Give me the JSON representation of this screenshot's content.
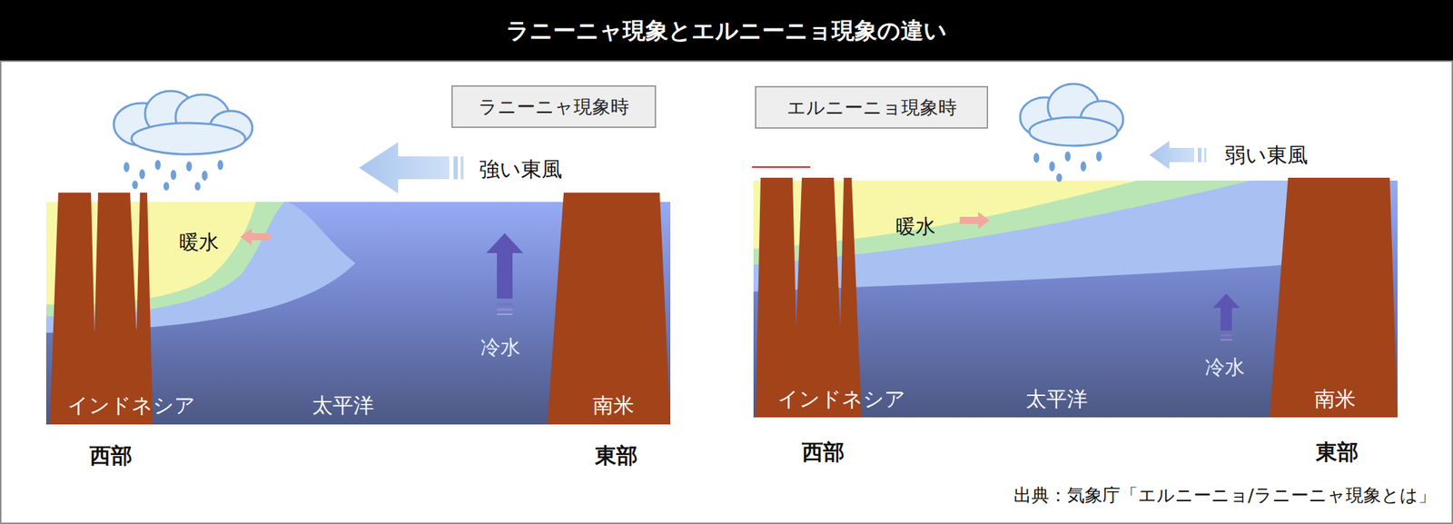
{
  "diagram": {
    "title": "ラニーニャ現象とエルニーニョ現象の違い",
    "caption": "出典：気象庁「エルニーニョ/ラニーニャ現象とは」",
    "nodes": [
      {
        "text": [
          "ラニーニャ現象時"
        ]
      },
      {
        "text": [
          "エルニーニョ現象時"
        ]
      }
    ],
    "labels": [
      "強い東風",
      "暖水",
      "冷水",
      "インドネシア",
      "太平洋",
      "南米",
      "西部",
      "東部",
      "弱い東風",
      "暖水",
      "冷水",
      "インドネシア",
      "太平洋",
      "南米",
      "西部",
      "東部"
    ]
  }
}
